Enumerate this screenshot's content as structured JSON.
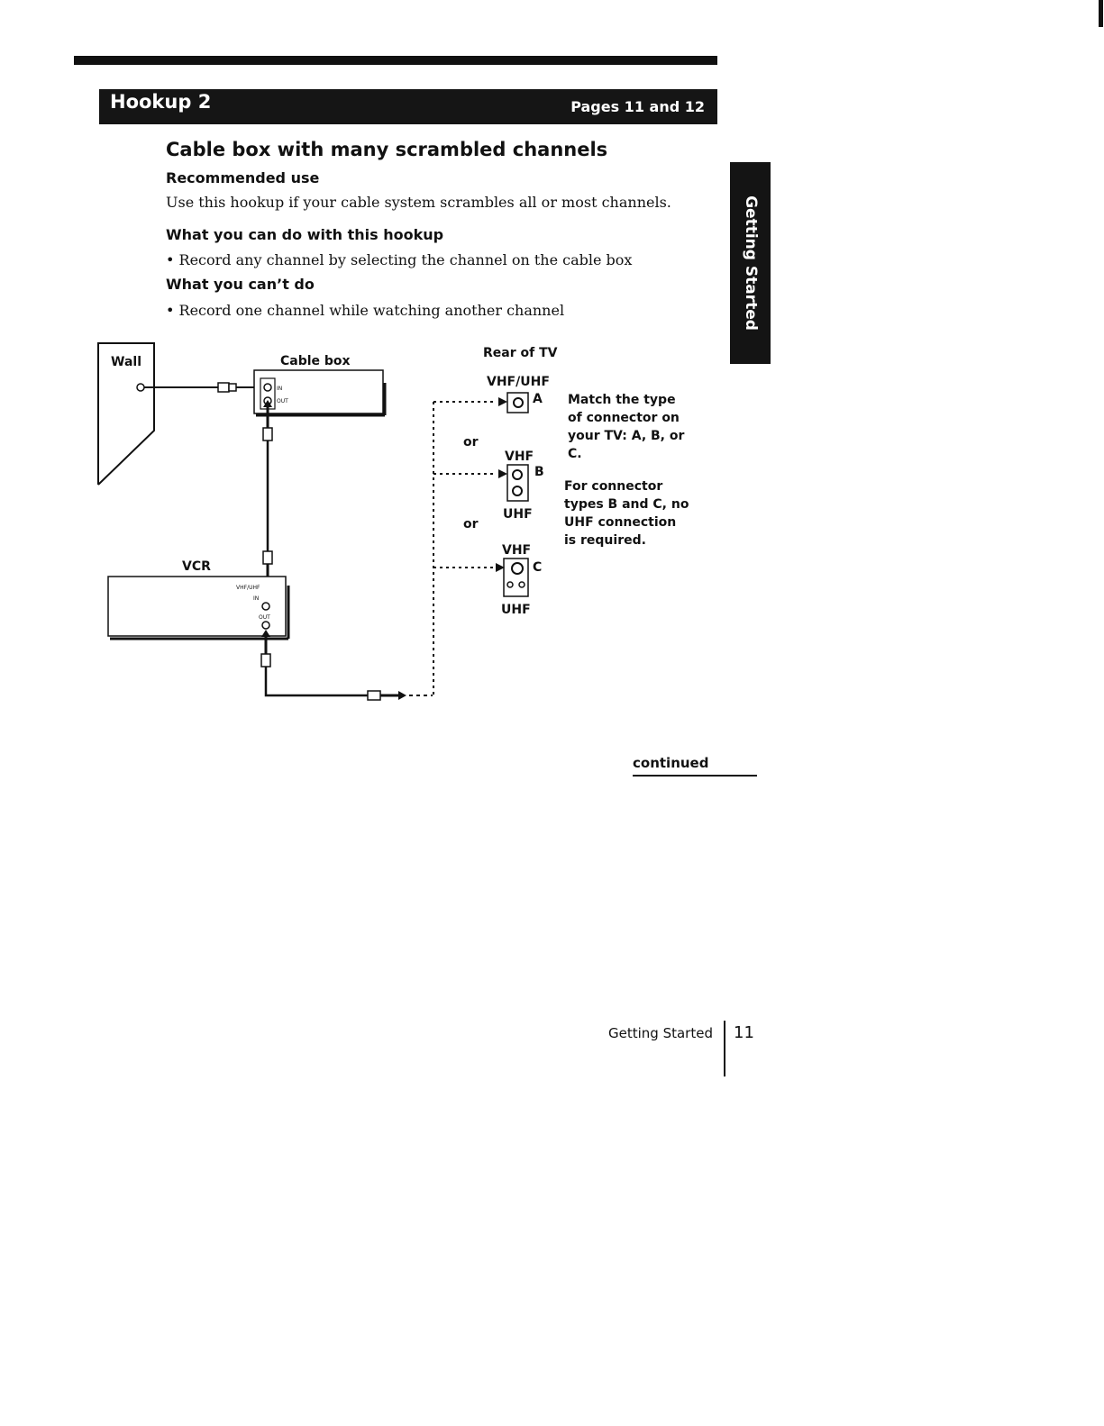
{
  "banner": {
    "title": "Hookup 2",
    "pages": "Pages 11 and 12"
  },
  "heading": "Cable box with many scrambled channels",
  "sections": [
    {
      "subhead": "Recommended use",
      "text": "Use this hookup if your cable system scrambles all or most channels."
    },
    {
      "subhead": "What you can do with this hookup",
      "text": "• Record any channel by selecting the channel on the cable box"
    },
    {
      "subhead": "What you can’t do",
      "text": "• Record one channel while watching another channel"
    }
  ],
  "side_tab": "Getting Started",
  "diagram": {
    "wall": "Wall",
    "cable_box": "Cable box",
    "cable_in": "IN",
    "cable_out": "OUT",
    "vcr": "VCR",
    "vcr_vhfuhf": "VHF/UHF",
    "vcr_in": "IN",
    "vcr_out": "OUT",
    "rear_of_tv": "Rear of TV",
    "connector_a_label": "VHF/UHF",
    "connector_a": "A",
    "or_1": "or",
    "connector_b_vhf": "VHF",
    "connector_b": "B",
    "connector_b_uhf": "UHF",
    "or_2": "or",
    "connector_c_vhf": "VHF",
    "connector_c": "C",
    "connector_c_uhf": "UHF"
  },
  "notes": {
    "match": [
      "Match the type",
      "of connector on",
      "your TV: A, B, or",
      "C."
    ],
    "uhf": [
      "For connector",
      "types B and C, no",
      "UHF connection",
      "is required."
    ]
  },
  "continued": "continued",
  "footer": {
    "section": "Getting Started",
    "page": "11"
  }
}
